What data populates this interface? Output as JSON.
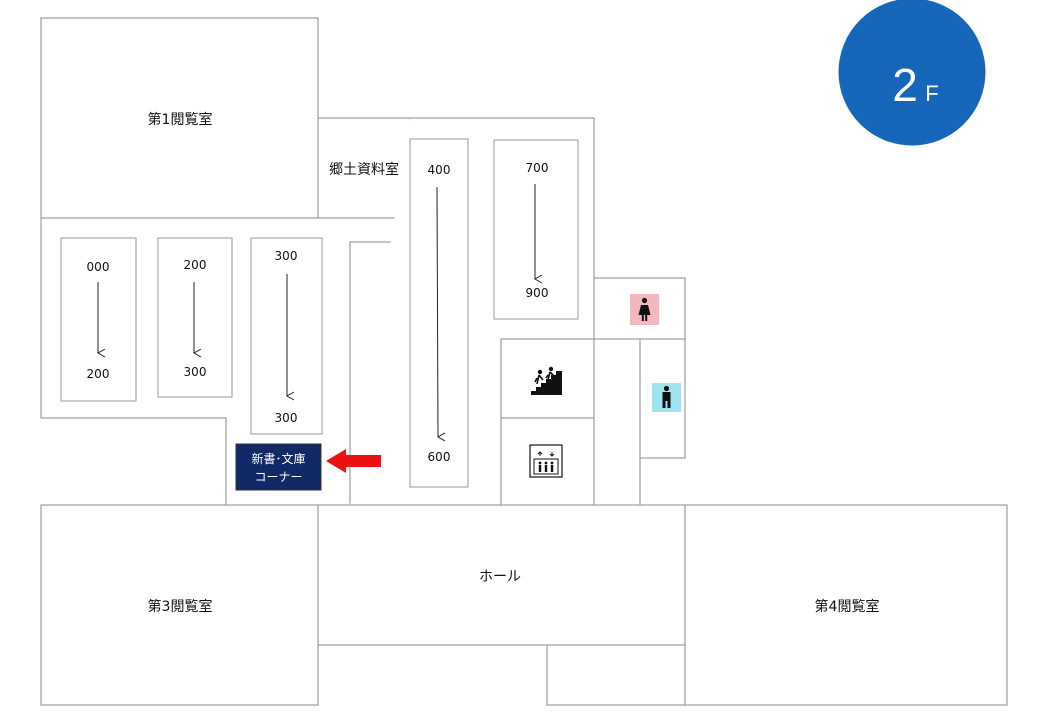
{
  "rooms": {
    "reading1": "第1閲覧室",
    "local_materials": "郷土資料室",
    "reading3": "第3閲覧室",
    "hall": "ホール",
    "reading4": "第4閲覧室"
  },
  "floor": {
    "number": "2",
    "suffix": "F",
    "color": "#1565b8"
  },
  "shelves": [
    {
      "from": "000",
      "to": "200"
    },
    {
      "from": "200",
      "to": "300"
    },
    {
      "from": "300",
      "to": "300"
    },
    {
      "from": "400",
      "to": "600"
    },
    {
      "from": "700",
      "to": "900"
    }
  ],
  "corner": {
    "line1": "新書･文庫",
    "line2": "コーナー",
    "color": "#0f2a66"
  },
  "pointer_color": "#ee1111",
  "icons": {
    "women": {
      "name": "women-restroom-icon",
      "bg": "#f4b7bd"
    },
    "men": {
      "name": "men-restroom-icon",
      "bg": "#9fe3ef"
    },
    "stairs": {
      "name": "stairs-icon"
    },
    "elevator": {
      "name": "elevator-icon"
    }
  }
}
